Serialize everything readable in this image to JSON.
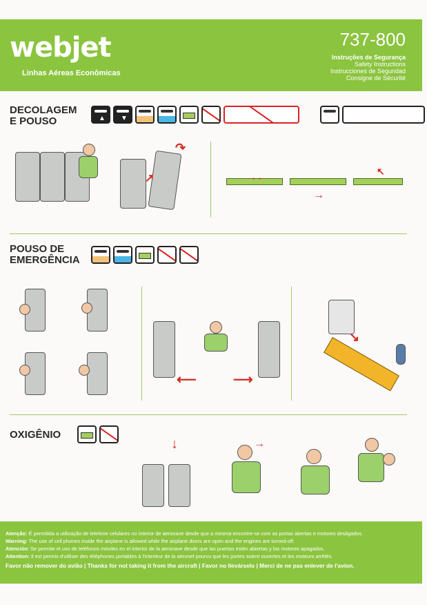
{
  "header": {
    "logo": "webjet",
    "subtitle": "Linhas Aéreas Econômicas",
    "model": "737-800",
    "titles": [
      "Instruções de Segurança",
      "Safety Instructions",
      "Instrucciones de Seguridad",
      "Consigne de Sécurité"
    ]
  },
  "sections": {
    "takeoff": {
      "title_line1": "DECOLAGEM",
      "title_line2": "E POUSO"
    },
    "emergency": {
      "title_line1": "POUSO DE",
      "title_line2": "EMERGÊNCIA"
    },
    "oxygen": {
      "title": "OXIGÊNIO"
    }
  },
  "icons": {
    "takeoff_row": [
      "plane-up-icon",
      "plane-down-icon",
      "land-sand-icon",
      "land-water-icon",
      "seatbelt-icon",
      "no-smoking-icon",
      "no-electronics-icon",
      "electronics-allowed-icon"
    ],
    "emergency_row": [
      "land-sand-icon",
      "land-water-icon",
      "seatbelt-icon",
      "no-high-heels-icon",
      "no-smoking-icon"
    ],
    "oxygen_row": [
      "seatbelt-icon",
      "no-smoking-icon"
    ]
  },
  "colors": {
    "brand_green": "#8bc43f",
    "accent_red": "#d42a1f"
  },
  "footer": {
    "pt_label": "Atenção:",
    "pt_text": " É permitida a utilização de telefone celulares no interior de aeronave desde que a mesma encontre-se com as portas abertas e motores desligados.",
    "en_label": "Warning:",
    "en_text": " The use of cell phones inside the airplane is allowed while the airplane doors are open and the engines are turned-off.",
    "es_label": "Atención:",
    "es_text": " Se permite el uso de teléfonos móviles en el interior de la aeronave desde que las puertas estén abiertas y los motores apagados.",
    "fr_label": "Attention:",
    "fr_text": " Il est permis d'utiliser des téléphones portables à l'interieur de la aéronef pourvu que les portes soient ouvertes et les moteurs arrêtés.",
    "keep": "Favor não remover do avião  |  Thanks for not taking it from the aircraft  |  Favor no llevárselo  |  Merci de ne pas enlever de l'avion."
  }
}
